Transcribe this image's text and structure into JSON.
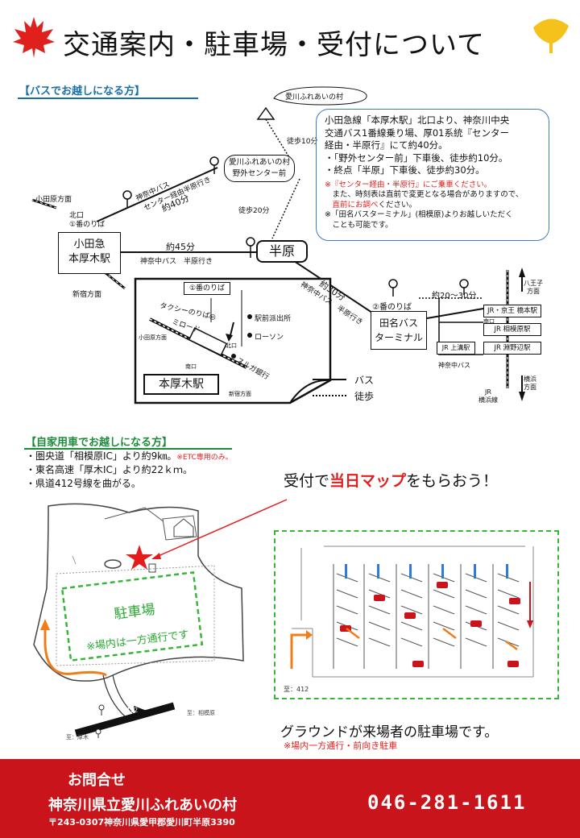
{
  "header": {
    "title": "交通案内・駐車場・受付について"
  },
  "bus_section": {
    "heading": "【バスでお越しになる方】",
    "info": {
      "line1": "小田急線「本厚木駅」北口より、神奈川中央",
      "line2": "交通バス1番線乗り場、厚01系統『センター",
      "line3": "経由・半原行』にて約40分。",
      "bullet1": "・「野外センター前」下車後、徒歩約10分。",
      "bullet2": "・終点「半原」下車後、徒歩約30分。",
      "note1a": "※『センター経由・半原行』にご乗車ください。",
      "note1b": "　また、時刻表は直前で変更となる場合がありますので、",
      "note1c_red": "直前にお調べ",
      "note1c_rest": "ください。",
      "note2a": "※「田名バスターミナル」(相模原)よりお越しいただく",
      "note2b": "　ことも可能です。"
    },
    "map": {
      "village_top": "愛川ふれあいの村",
      "walk10": "徒歩10分",
      "center_stop_1": "愛川ふれあいの村",
      "center_stop_2": "野外センター前",
      "walk20": "徒歩20分",
      "bus_route_1": "神奈中バス",
      "bus_route_2": "センター経由半原行き",
      "about40": "約40分",
      "odawara_dir": "小田原方面",
      "north_exit": "北口",
      "platform1": "①番のりば",
      "hon_atsugi_1": "小田急",
      "hon_atsugi_2": "本厚木駅",
      "about45": "約45分",
      "bus_hanbara": "神奈中バス　半原行き",
      "hanbara": "半原",
      "shinjuku_dir": "新宿方面",
      "about30": "約30分",
      "bus_hanbara2": "神奈中バス　半原行き",
      "platform2": "②番のりば",
      "tana_1": "田名バス",
      "tana_2": "ターミナル",
      "about20_30": "約20～30分",
      "hachioji_1": "八王子",
      "hachioji_2": "方面",
      "jr_hashimoto": "JR・京王 橋本駅",
      "jr_sagamihara": "JR 相模原駅",
      "jr_fuchinobe": "JR 淵野辺駅",
      "jr_kamimizo": "JR 上溝駅",
      "south_exit": "南口",
      "kanachu_bus": "神奈中バス",
      "yokohama_1": "横浜",
      "yokohama_2": "方面",
      "jr_yokohama_1": "JR",
      "jr_yokohama_2": "横浜線",
      "inset_platform": "①番のりば",
      "inset_taxi": "タクシーのりば◎",
      "inset_mirode": "ミロード",
      "inset_koban": "駅前派出所",
      "inset_lawson": "ローソン",
      "inset_odawara": "小田原方面",
      "inset_north": "北口",
      "inset_suruga": "スルガ銀行",
      "inset_south": "南口",
      "inset_station": "本厚木駅",
      "inset_shinjuku": "新宿方面",
      "legend_bus": "バス",
      "legend_walk": "徒歩"
    }
  },
  "car_section": {
    "heading": "【自家用車でお越しになる方】",
    "line1": "・圏央道「相模原IC」より約9㎞。",
    "line1_note": "※ETC専用のみ。",
    "line2": "・東名高速「厚木IC」より約22ｋｍ。",
    "line3": "・県道412号線を曲がる。",
    "callout_pre": "受付で",
    "callout_red": "当日マップ",
    "callout_post": "をもらおう！",
    "parking_label": "駐車場",
    "one_way": "※場内は一方通行です",
    "route_412": "412",
    "to_sagamihara": "至：相模原",
    "to_atsugi": "至：厚木",
    "diagram_to412": "至：412",
    "ground_caption": "グラウンドが来場者の駐車場です。",
    "ground_note": "※場内一方通行・前向き駐車"
  },
  "footer": {
    "contact": "お問合せ",
    "org": "神奈川県立愛川ふれあいの村",
    "address": "〒243-0307神奈川県愛甲郡愛川町半原3390",
    "phone": "046-281-1611"
  },
  "colors": {
    "footer_red": "#c8141a",
    "accent_red": "#e31c1c",
    "bus_blue": "#1b6fa8",
    "car_green": "#1d8a3a",
    "route_orange": "#f07d1a",
    "dashed_green": "#39b539"
  },
  "icons": [
    "maple-leaf-icon",
    "ginkgo-leaf-icon",
    "star-icon",
    "bus-stop-icon"
  ]
}
